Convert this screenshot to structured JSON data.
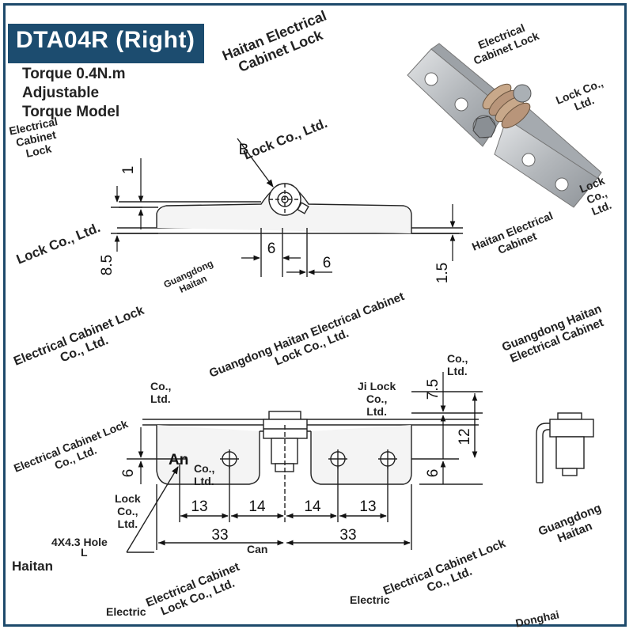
{
  "title": "DTA04R (Right)",
  "subtitle": [
    "Torque 0.4N.m",
    "Adjustable",
    "Torque Model"
  ],
  "colors": {
    "title_bg": "#1c4c6f",
    "frame": "#1d4a6b",
    "line": "#222222",
    "part_fill": "#f4f4f4",
    "photo_steel": "#b9bdc1"
  },
  "side_view": {
    "dims": {
      "top_thickness": "1",
      "height": "8.5",
      "right_offset": "1.5",
      "slot_left": "6",
      "slot_right": "6"
    },
    "callout": "B"
  },
  "plan_view": {
    "dims": {
      "hole_a": "13",
      "gap_a": "14",
      "gap_b": "14",
      "hole_b": "13",
      "half_left": "33",
      "half_right": "33",
      "hole_row": "6",
      "hole_row_right": "6",
      "pin_height": "12",
      "pin_top": "7.5"
    },
    "callouts": {
      "angle_label": "An",
      "hole_label": "4X4.3 Hole"
    }
  },
  "watermarks": [
    {
      "lines": [
        "Haitan Electrical",
        "Cabinet Lock"
      ]
    },
    {
      "lines": [
        "Electrical",
        "Cabinet Lock"
      ]
    },
    {
      "lines": [
        "Electrical",
        "Cabinet",
        "Lock"
      ]
    },
    {
      "lines": [
        "Lock Co.,",
        "Ltd."
      ]
    },
    {
      "lines": [
        "Lock Co., Ltd."
      ]
    },
    {
      "lines": [
        "Lock Co., Ltd."
      ]
    },
    {
      "lines": [
        "Lock",
        "Co.,",
        "Ltd."
      ]
    },
    {
      "lines": [
        "Haitan Electrical",
        "Cabinet"
      ]
    },
    {
      "lines": [
        "Guangdong",
        "Haitan"
      ]
    },
    {
      "lines": [
        "Electrical Cabinet Lock",
        "Co., Ltd."
      ]
    },
    {
      "lines": [
        "Guangdong Haitan Electrical Cabinet",
        "Lock Co., Ltd."
      ]
    },
    {
      "lines": [
        "Guangdong Haitan",
        "Electrical Cabinet"
      ]
    },
    {
      "lines": [
        "Co.,",
        "Ltd."
      ]
    },
    {
      "lines": [
        "Electrical Cabinet Lock",
        "Co., Ltd."
      ]
    },
    {
      "lines": [
        "Co.,",
        "Ltd."
      ]
    },
    {
      "lines": [
        "Ji Lock",
        "Co.,",
        "Ltd."
      ]
    },
    {
      "lines": [
        "Co.,",
        "Ltd."
      ]
    },
    {
      "lines": [
        "Lock",
        "Co.,",
        "Ltd."
      ]
    },
    {
      "lines": [
        "L"
      ]
    },
    {
      "lines": [
        "Haitan"
      ]
    },
    {
      "lines": [
        "Can"
      ]
    },
    {
      "lines": [
        "Electrical Cabinet",
        "Lock Co., Ltd."
      ]
    },
    {
      "lines": [
        "Electrical Cabinet Lock",
        "Co., Ltd."
      ]
    },
    {
      "lines": [
        "Guangdong",
        "Haitan"
      ]
    },
    {
      "lines": [
        "Electric"
      ]
    },
    {
      "lines": [
        "Electric"
      ]
    },
    {
      "lines": [
        "Donghai"
      ]
    }
  ]
}
